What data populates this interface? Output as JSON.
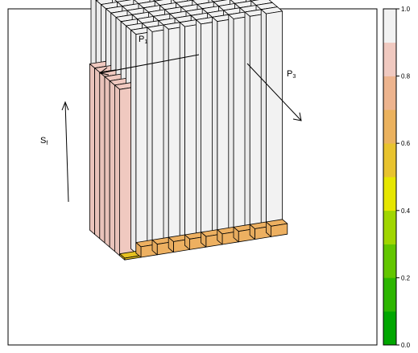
{
  "chart_data": {
    "type": "bar3d",
    "title": "",
    "axis_labels": {
      "p1": {
        "main": "P",
        "sub": "1"
      },
      "p3": {
        "main": "P",
        "sub": "3"
      },
      "sf": {
        "main": "S",
        "sub": "f"
      }
    },
    "main_block": {
      "columns": 9,
      "rows": 9,
      "value": 1.0,
      "color": "#F2F2F2"
    },
    "left_row": {
      "count": 6,
      "value": 0.8,
      "color": "#F0C9C0"
    },
    "front_row": {
      "count": 9,
      "value": 0.6,
      "color": "#EDB061"
    },
    "corner_cell": {
      "value": 0.5,
      "color": "#E6C120"
    },
    "colorbar": {
      "range": [
        0,
        1
      ],
      "ticks": [
        {
          "value": 1.0,
          "label": "1.0"
        },
        {
          "value": 0.8,
          "label": "0.8"
        },
        {
          "value": 0.6,
          "label": "0.6"
        },
        {
          "value": 0.4,
          "label": "0.4"
        },
        {
          "value": 0.2,
          "label": "0.2"
        },
        {
          "value": 0.0,
          "label": "0.0"
        }
      ],
      "colors": [
        "#00A600",
        "#2DB600",
        "#63C600",
        "#A0D600",
        "#E6E600",
        "#E8C32E",
        "#EBB25E",
        "#EDB48E",
        "#F0C9C0",
        "#F2F2F2"
      ]
    }
  }
}
